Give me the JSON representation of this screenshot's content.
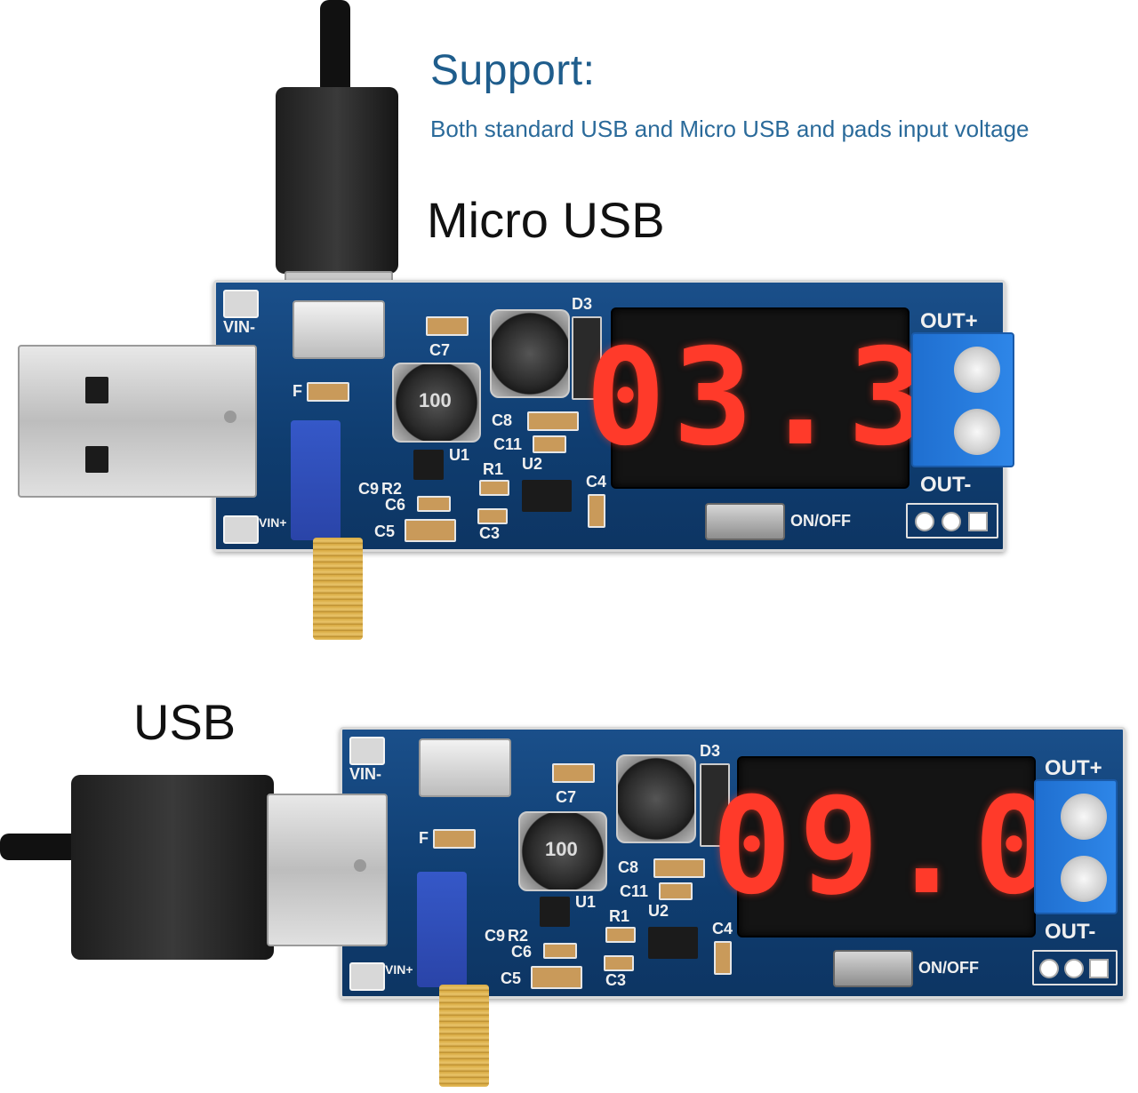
{
  "header": {
    "support_title": "Support:",
    "support_desc": "Both standard USB and Micro USB and pads input voltage"
  },
  "labels": {
    "micro_usb": "Micro USB",
    "usb": "USB"
  },
  "board_top": {
    "display_value": "03.3",
    "silkscreen": {
      "vin_minus": "VIN-",
      "vin_plus": "VIN+",
      "out_plus": "OUT+",
      "out_minus": "OUT-",
      "on_off": "ON/OFF",
      "d3": "D3",
      "c7": "C7",
      "c8": "C8",
      "c11": "C11",
      "u1": "U1",
      "u2": "U2",
      "r1": "R1",
      "r2": "R2",
      "c3": "C3",
      "c4": "C4",
      "c5": "C5",
      "c6": "C6",
      "c9": "C9",
      "f": "F"
    },
    "inductor_mark": "100"
  },
  "board_bottom": {
    "display_value": "09.0",
    "silkscreen": {
      "vin_minus": "VIN-",
      "vin_plus": "VIN+",
      "out_plus": "OUT+",
      "out_minus": "OUT-",
      "on_off": "ON/OFF",
      "d3": "D3",
      "c7": "C7",
      "c8": "C8",
      "c11": "C11",
      "u1": "U1",
      "u2": "U2",
      "r1": "R1",
      "r2": "R2",
      "c3": "C3",
      "c4": "C4",
      "c5": "C5",
      "c6": "C6",
      "c9": "C9",
      "f": "F"
    },
    "inductor_mark": "100"
  }
}
